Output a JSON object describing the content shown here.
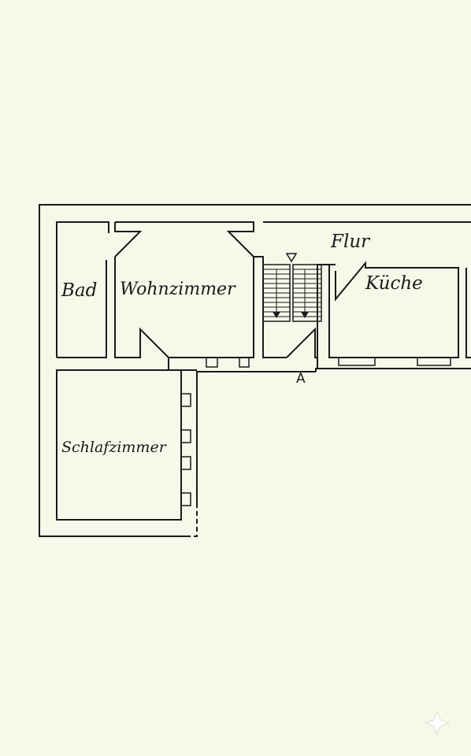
{
  "rooms": {
    "bad": "Bad",
    "wohnzimmer": "Wohnzimmer",
    "flur": "Flur",
    "kueche": "Küche",
    "schlafzimmer": "Schlafzimmer"
  },
  "entrance": {
    "label": "A"
  },
  "colors": {
    "paper": "#f7f7ea",
    "ink": "#1a1a1a"
  }
}
